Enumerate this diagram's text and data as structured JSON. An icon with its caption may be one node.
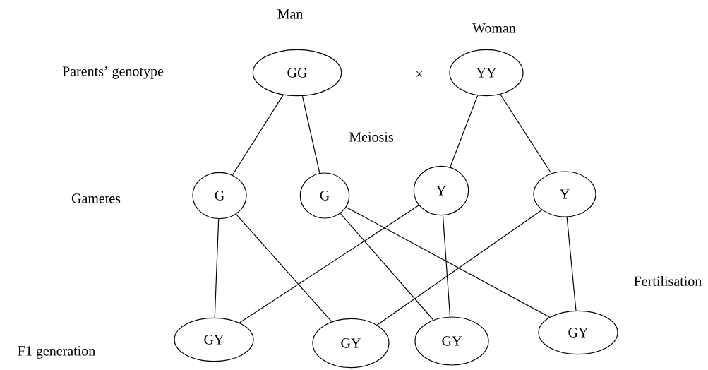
{
  "diagram": {
    "nodes": [
      {
        "text": [
          "GG"
        ],
        "beside": [
          "Man"
        ]
      },
      {
        "text": [
          "YY"
        ],
        "beside": [
          "Woman"
        ]
      },
      {
        "text": [
          "G"
        ]
      },
      {
        "text": [
          "G"
        ]
      },
      {
        "text": [
          "Y"
        ]
      },
      {
        "text": [
          "Y"
        ]
      },
      {
        "text": [
          "GY"
        ]
      },
      {
        "text": [
          "GY"
        ]
      },
      {
        "text": [
          "GY"
        ]
      },
      {
        "text": [
          "GY"
        ]
      }
    ],
    "edges": [
      {
        "from": 0,
        "to": 2,
        "arrow": "none"
      },
      {
        "from": 0,
        "to": 3,
        "arrow": "none"
      },
      {
        "from": 1,
        "to": 4,
        "arrow": "none"
      },
      {
        "from": 1,
        "to": 5,
        "arrow": "none"
      },
      {
        "from": 2,
        "to": 6,
        "arrow": "none"
      },
      {
        "from": 2,
        "to": 7,
        "arrow": "none"
      },
      {
        "from": 4,
        "to": 6,
        "arrow": "none"
      },
      {
        "from": 4,
        "to": 8,
        "arrow": "none"
      },
      {
        "from": 3,
        "to": 8,
        "arrow": "none"
      },
      {
        "from": 3,
        "to": 9,
        "arrow": "none"
      },
      {
        "from": 5,
        "to": 7,
        "arrow": "none"
      },
      {
        "from": 5,
        "to": 9,
        "arrow": "none"
      }
    ],
    "labels": [
      "Parents’ genotype",
      "×",
      "Meiosis",
      "Gametes",
      "Fertilisation",
      "F1 generation"
    ]
  }
}
